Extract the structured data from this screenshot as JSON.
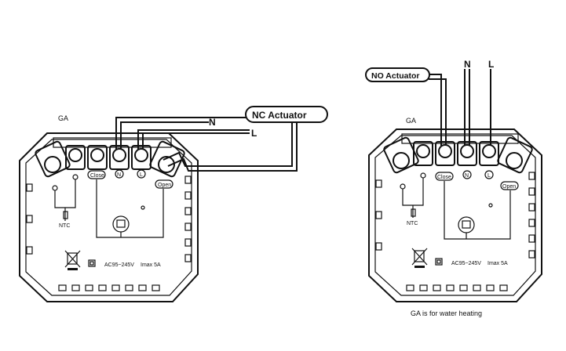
{
  "left": {
    "ga": "GA",
    "actuator": "NC Actuator",
    "n": "N",
    "l": "L",
    "term_close": "Close",
    "term_n": "N",
    "term_l": "L",
    "term_open": "Open",
    "ntc": "NTC",
    "rating": "AC95~245V",
    "imax": "Imax 5A"
  },
  "right": {
    "ga": "GA",
    "actuator": "NO Actuator",
    "n": "N",
    "l": "L",
    "term_close": "Close",
    "term_n": "N",
    "term_l": "L",
    "term_open": "Open",
    "ntc": "NTC",
    "rating": "AC95~245V",
    "imax": "Imax 5A"
  },
  "caption": "GA is for water heating"
}
